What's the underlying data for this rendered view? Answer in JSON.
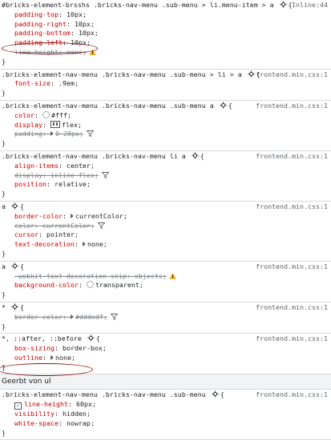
{
  "rules": [
    {
      "selector": "#bricks-element-brsshs .bricks-nav-menu .sub-menu > li.menu-item > a",
      "source": "Inline:44",
      "decls": [
        {
          "prop": "padding-top",
          "value": "10px"
        },
        {
          "prop": "padding-right",
          "value": "10px"
        },
        {
          "prop": "padding-bottom",
          "value": "10px"
        },
        {
          "prop": "padding-left",
          "value": "10px"
        },
        {
          "prop": "line-height",
          "value": "none",
          "struck": true,
          "warning": true
        }
      ]
    },
    {
      "selector": ".bricks-element-nav-menu .bricks-nav-menu .sub-menu > li > a",
      "source": "frontend.min.css:1",
      "decls": [
        {
          "prop": "font-size",
          "value": ".9em"
        }
      ]
    },
    {
      "selector": ".bricks-element-nav-menu .bricks-nav-menu .sub-menu a",
      "source": "frontend.min.css:1",
      "decls": [
        {
          "prop": "color",
          "value": "#fff",
          "swatch": "#ffffff"
        },
        {
          "prop": "display",
          "value": "flex",
          "flexicon": true
        },
        {
          "prop": "padding",
          "value": "0 20px",
          "struck": true,
          "filter": true,
          "expand": true
        }
      ]
    },
    {
      "selector": ".bricks-element-nav-menu .bricks-nav-menu li a",
      "source": "frontend.min.css:1",
      "decls": [
        {
          "prop": "align-items",
          "value": "center"
        },
        {
          "prop": "display",
          "value": "inline-flex",
          "struck": true,
          "filter": true
        },
        {
          "prop": "position",
          "value": "relative"
        }
      ]
    },
    {
      "selector": "a",
      "source": "frontend.min.css:1",
      "decls": [
        {
          "prop": "border-color",
          "value": "currentColor",
          "expand": true
        },
        {
          "prop": "color",
          "value": "currentColor",
          "struck": true,
          "filter": true
        },
        {
          "prop": "cursor",
          "value": "pointer"
        },
        {
          "prop": "text-decoration",
          "value": "none",
          "expand": true
        }
      ]
    },
    {
      "selector": "a",
      "source": "frontend.min.css:1",
      "decls": [
        {
          "prop": "-webkit-text-decoration-skip",
          "value": "objects",
          "struck": true,
          "warning": true
        },
        {
          "prop": "background-color",
          "value": "transparent",
          "swatch": "#ffffff"
        }
      ]
    },
    {
      "selector": "*",
      "source": "frontend.min.css:1",
      "decls": [
        {
          "prop": "border-color",
          "value": "#dddedf",
          "struck": true,
          "filter": true,
          "expand": true
        }
      ]
    },
    {
      "selector": "*, ::after, ::before",
      "source": "frontend.min.css:1",
      "decls": [
        {
          "prop": "box-sizing",
          "value": "border-box"
        },
        {
          "prop": "outline",
          "value": "none",
          "expand": true
        }
      ]
    }
  ],
  "inherited_label": "Geerbt von ul",
  "inherited_rule": {
    "selector": ".bricks-element-nav-menu .bricks-nav-menu .sub-menu",
    "source": "frontend.min.css:1",
    "decls": [
      {
        "prop": "line-height",
        "value": "60px",
        "checked": true
      },
      {
        "prop": "visibility",
        "value": "hidden"
      },
      {
        "prop": "white-space",
        "value": "nowrap"
      }
    ]
  },
  "icons": {
    "gear": "gear-icon",
    "filter": "filter-icon",
    "warning": "warning-icon",
    "swatch": "color-swatch-icon",
    "flex": "flexbox-editor-icon",
    "expand": "expand-triangle-icon"
  },
  "colors": {
    "property": "#c80000",
    "keyword": "#8a18b8",
    "warning": "#f9ab00",
    "annotation": "#8b1010"
  }
}
